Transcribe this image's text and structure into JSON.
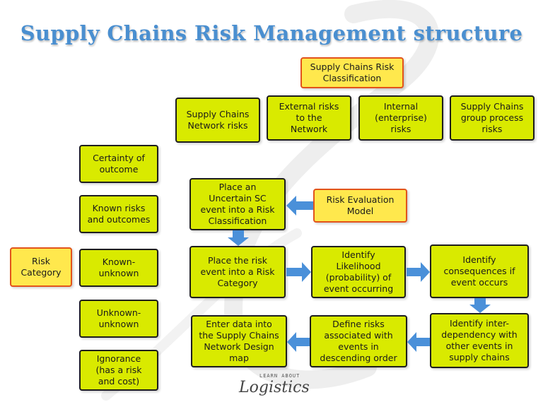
{
  "title": "Supply Chains Risk Management structure",
  "classification": {
    "header": "Supply Chains Risk\nClassification",
    "items": [
      "Supply Chains\nNetwork risks",
      "External risks\nto the\nNetwork",
      "Internal\n(enterprise)\nrisks",
      "Supply Chains\ngroup process\nrisks"
    ]
  },
  "risk_category": {
    "label": "Risk\nCategory",
    "items": [
      "Certainty of\noutcome",
      "Known risks\nand outcomes",
      "Known-\nunknown",
      "Unknown-\nunknown",
      "Ignorance\n(has a risk\nand cost)"
    ]
  },
  "process": {
    "evaluation_model": "Risk Evaluation\nModel",
    "place_event": "Place an\nUncertain SC\nevent into a Risk\nClassification",
    "place_risk": "Place the risk\nevent into a Risk\nCategory",
    "identify_likelihood": "Identify\nLikelihood\n(probability)  of\nevent occurring",
    "identify_consequences": "Identify\nconsequences if\nevent occurs",
    "identify_interdependency": "Identify inter-\ndependency with\nother events in\nsupply chains",
    "define_risks": "Define risks\nassociated with\nevents in\ndescending order",
    "enter_data": "Enter data into\nthe Supply Chains\nNetwork Design\nmap"
  },
  "logo": {
    "top": "LEARN ABOUT",
    "main": "Logistics"
  },
  "colors": {
    "box_fill": "#d9ea00",
    "accent_border": "#e2541b",
    "arrow": "#4a90d9",
    "title": "#4a8fd0"
  }
}
